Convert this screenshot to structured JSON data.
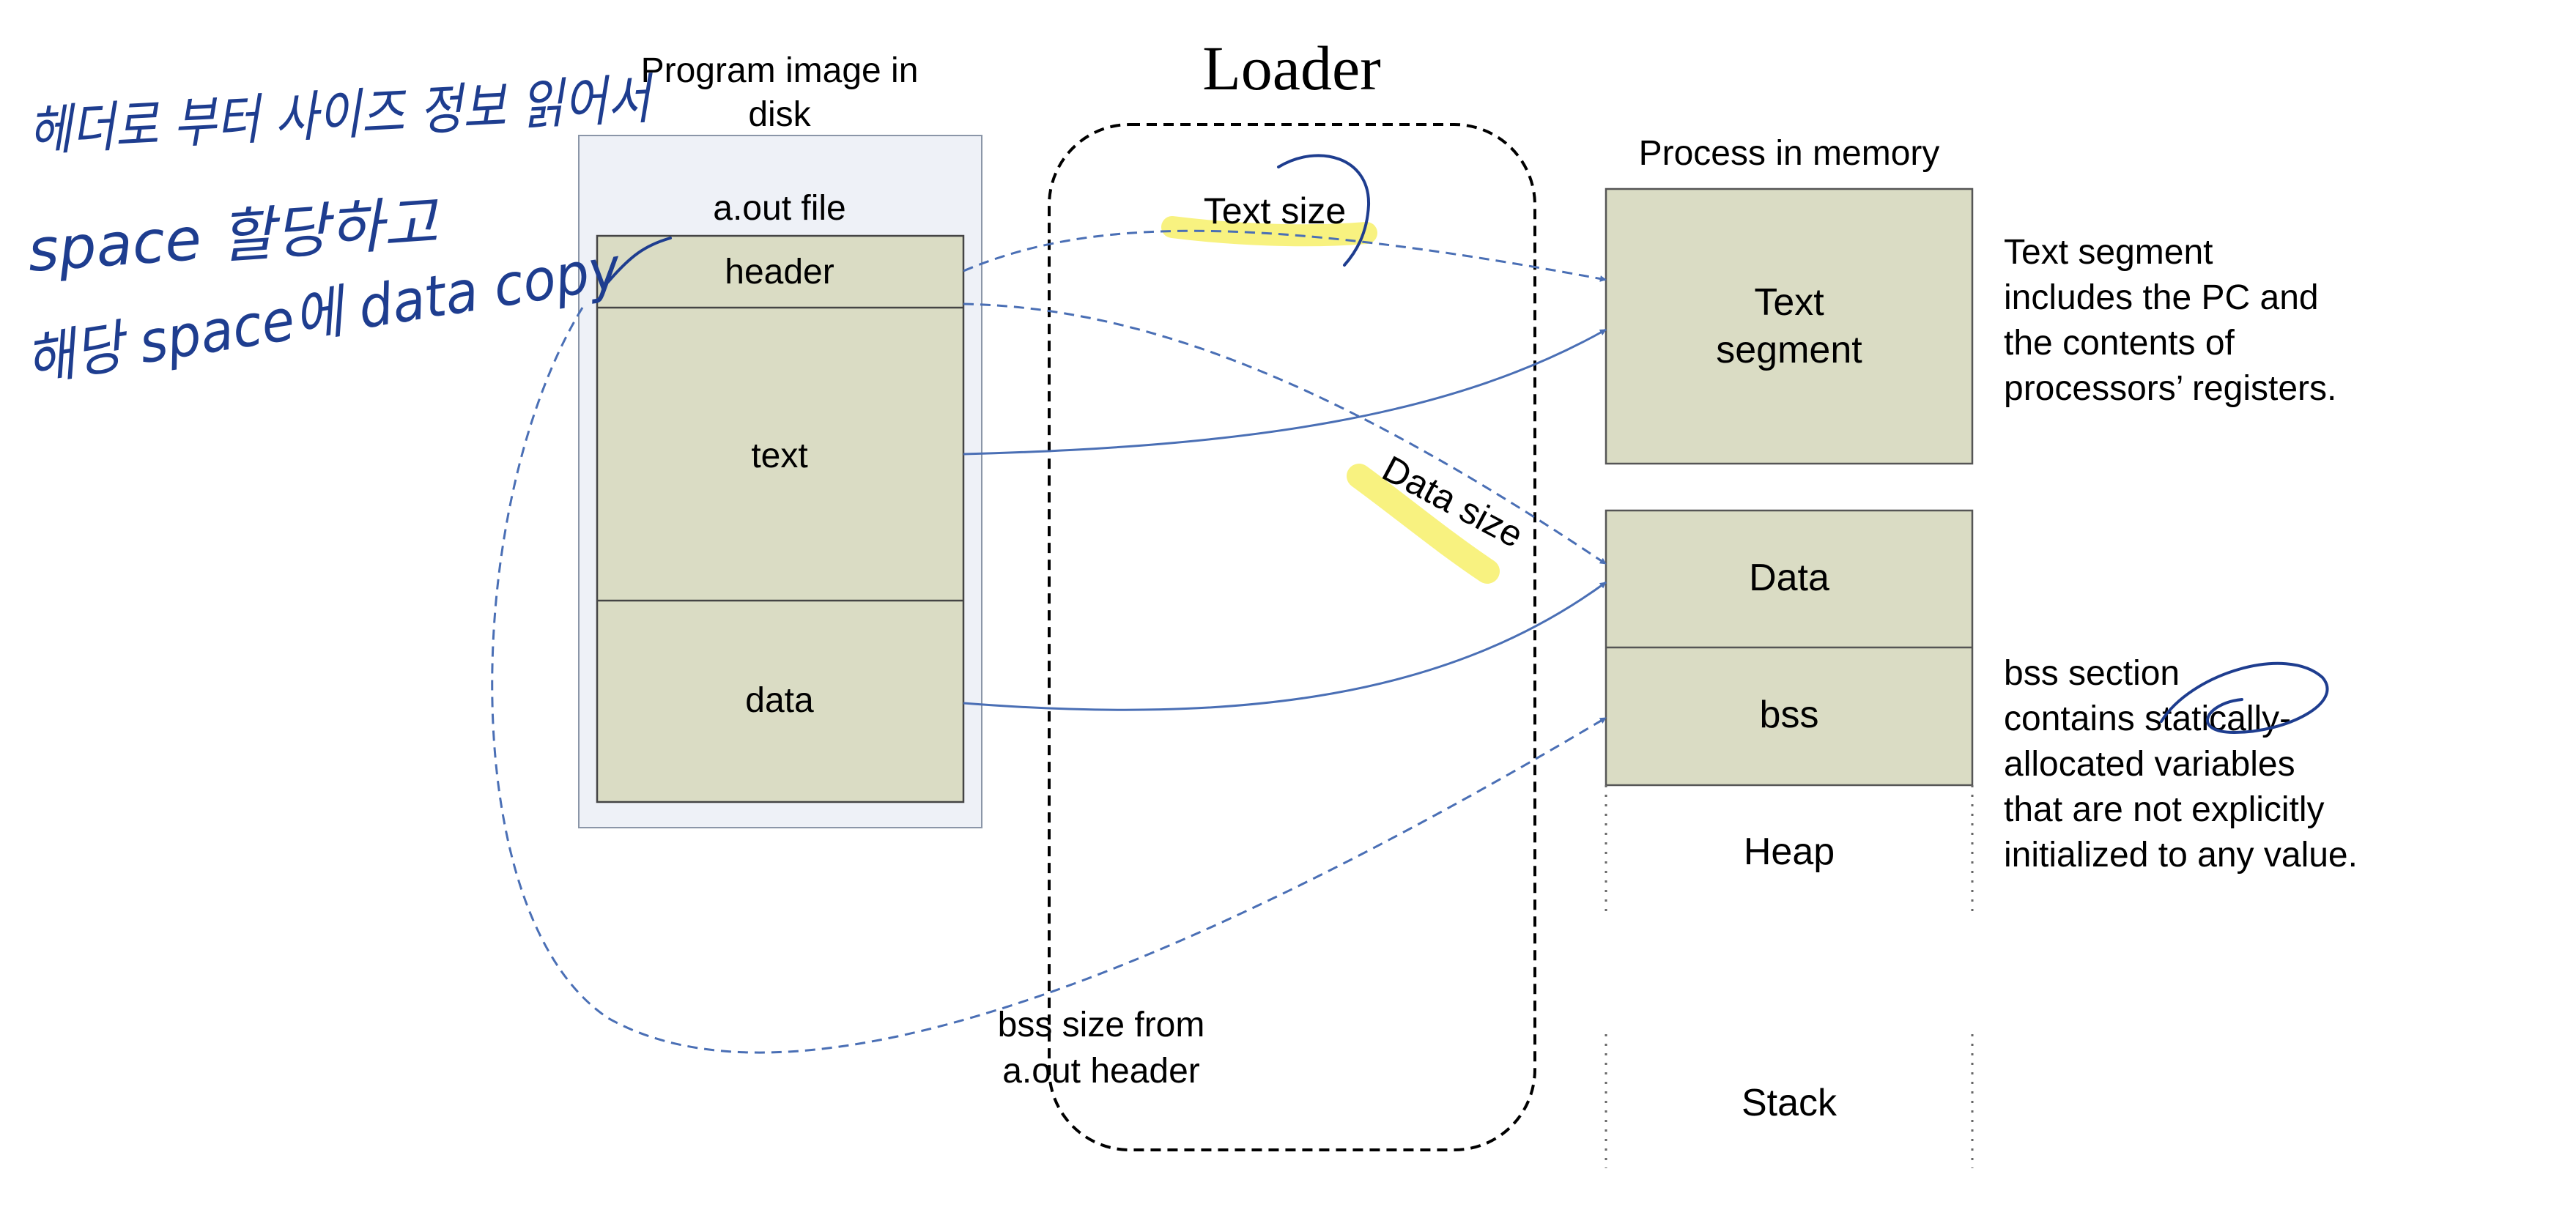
{
  "title": "Loader",
  "disk": {
    "title_line1": "Program image in",
    "title_line2": "disk",
    "file_label": "a.out file",
    "sections": {
      "header": "header",
      "text": "text",
      "data": "data"
    }
  },
  "memory": {
    "title": "Process in memory",
    "segments": {
      "text_line1": "Text",
      "text_line2": "segment",
      "data": "Data",
      "bss": "bss",
      "heap": "Heap",
      "stack": "Stack"
    }
  },
  "loader_labels": {
    "text_size": "Text size",
    "data_size": "Data size",
    "bss_size_line1": "bss size from",
    "bss_size_line2": "a.out header"
  },
  "notes": {
    "text_segment": [
      "Text segment",
      "includes the PC and",
      "the contents of",
      "processors’ registers."
    ],
    "bss_section": [
      "bss section",
      "contains statically-",
      "allocated variables",
      "that are not explicitly",
      "initialized to any value."
    ]
  },
  "handwriting": [
    "헤더로 부터 사이즈 정보 읽어서",
    "space 할당하고",
    "해당 space에 data copy"
  ],
  "colors": {
    "box_fill": "#dadcc4",
    "disk_panel_fill": "#eef1f7",
    "arrow": "#4a6fb5",
    "ink": "#1e3d8f",
    "highlight": "#f7f06a"
  }
}
